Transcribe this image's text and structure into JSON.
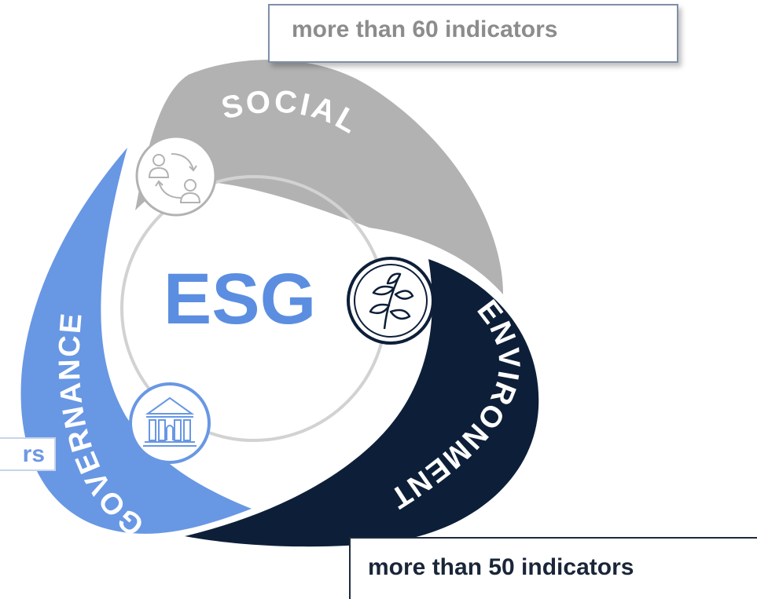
{
  "center_title": "ESG",
  "sections": {
    "social": {
      "label": "SOCIAL",
      "color": "#b2b2b2",
      "icon": "people-exchange-icon"
    },
    "environment": {
      "label": "ENVIRONMENT",
      "color": "#0d1f38",
      "icon": "plant-leaves-icon"
    },
    "governance": {
      "label": "GOVERNANCE",
      "color": "#6897e4",
      "icon": "government-building-icon"
    }
  },
  "indicator_boxes": {
    "social": "more than 60 indicators",
    "environment": "more than 50 indicators",
    "governance": "rs"
  },
  "colors": {
    "center_text": "#5b8ee0",
    "ring": "#d2d2d2"
  }
}
